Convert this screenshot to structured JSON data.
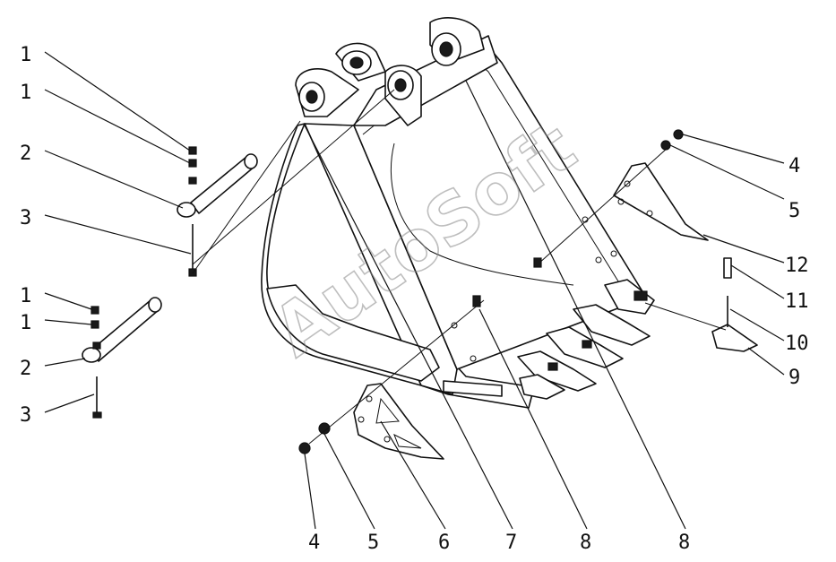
{
  "watermark": "AutoSoft",
  "callouts": [
    {
      "id": "c1a",
      "text": "1"
    },
    {
      "id": "c1b",
      "text": "1"
    },
    {
      "id": "c2a",
      "text": "2"
    },
    {
      "id": "c3a",
      "text": "3"
    },
    {
      "id": "c1c",
      "text": "1"
    },
    {
      "id": "c1d",
      "text": "1"
    },
    {
      "id": "c2b",
      "text": "2"
    },
    {
      "id": "c3b",
      "text": "3"
    },
    {
      "id": "c4a",
      "text": "4"
    },
    {
      "id": "c5a",
      "text": "5"
    },
    {
      "id": "c12",
      "text": "12"
    },
    {
      "id": "c11",
      "text": "11"
    },
    {
      "id": "c10",
      "text": "10"
    },
    {
      "id": "c9",
      "text": "9"
    },
    {
      "id": "c4b",
      "text": "4"
    },
    {
      "id": "c5b",
      "text": "5"
    },
    {
      "id": "c6",
      "text": "6"
    },
    {
      "id": "c7",
      "text": "7"
    },
    {
      "id": "c8a",
      "text": "8"
    },
    {
      "id": "c8b",
      "text": "8"
    }
  ]
}
